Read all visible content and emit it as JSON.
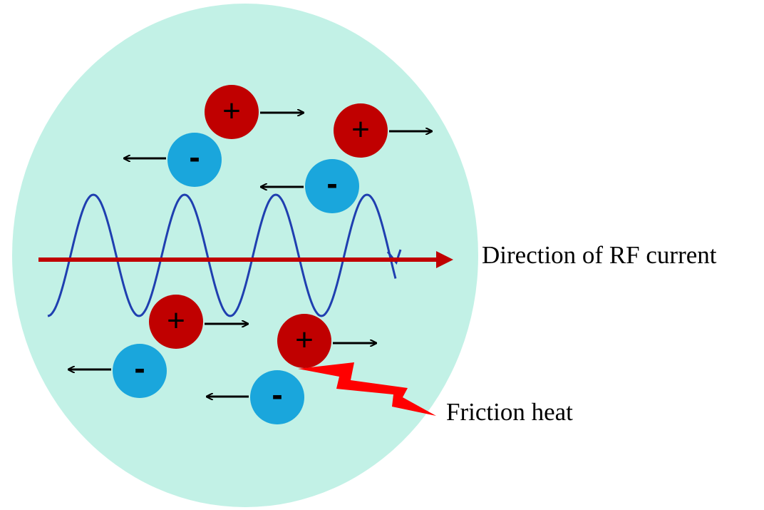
{
  "labels": {
    "rf_current": "Direction of RF current",
    "friction_heat": "Friction heat"
  },
  "symbols": {
    "positive": "+",
    "negative": "-"
  },
  "colors": {
    "background_circle": "#c2f1e6",
    "positive_ion": "#c00000",
    "negative_ion": "#1aa6dc",
    "wave": "#1f3fb0",
    "rf_arrow": "#c00000",
    "heat_bolt": "#ff0000",
    "ion_arrow": "#000000"
  },
  "ions": [
    {
      "id": "pos-1",
      "charge": "positive",
      "direction": "right"
    },
    {
      "id": "pos-2",
      "charge": "positive",
      "direction": "right"
    },
    {
      "id": "neg-1",
      "charge": "negative",
      "direction": "left"
    },
    {
      "id": "neg-2",
      "charge": "negative",
      "direction": "left"
    },
    {
      "id": "pos-3",
      "charge": "positive",
      "direction": "right"
    },
    {
      "id": "pos-4",
      "charge": "positive",
      "direction": "right"
    },
    {
      "id": "neg-3",
      "charge": "negative",
      "direction": "left"
    },
    {
      "id": "neg-4",
      "charge": "negative",
      "direction": "left"
    }
  ]
}
